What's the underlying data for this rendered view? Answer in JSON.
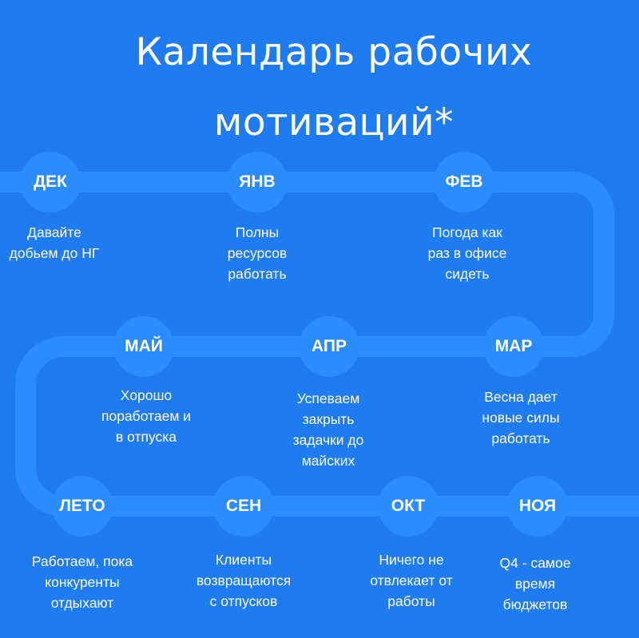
{
  "title": {
    "line1": "Календарь рабочих",
    "line2": "мотиваций*"
  },
  "colors": {
    "background": "#1f7cf0",
    "track": "#2b8cff",
    "node": "#2b8cff",
    "text": "#ffffff"
  },
  "months": [
    {
      "label": "ДЕК",
      "text": "Давайте\nдобьем до НГ"
    },
    {
      "label": "ЯНВ",
      "text": "Полны\nресурсов\nработать"
    },
    {
      "label": "ФЕВ",
      "text": "Погода как\nраз в офисе\nсидеть"
    },
    {
      "label": "МАЙ",
      "text": "Хорошо\nпоработаем и\nв отпуска"
    },
    {
      "label": "АПР",
      "text": "Успеваем\nзакрыть\nзадачки до\nмайских"
    },
    {
      "label": "МАР",
      "text": "Весна дает\nновые силы\nработать"
    },
    {
      "label": "ЛЕТО",
      "text": "Работаем, пока\nконкуренты\nотдыхают"
    },
    {
      "label": "СЕН",
      "text": "Клиенты\nвозвращаются\nс отпусков"
    },
    {
      "label": "ОКТ",
      "text": "Ничего не\nотвлекает от\nработы"
    },
    {
      "label": "НОЯ",
      "text": "Q4 - самое\nвремя\nбюджетов"
    }
  ]
}
